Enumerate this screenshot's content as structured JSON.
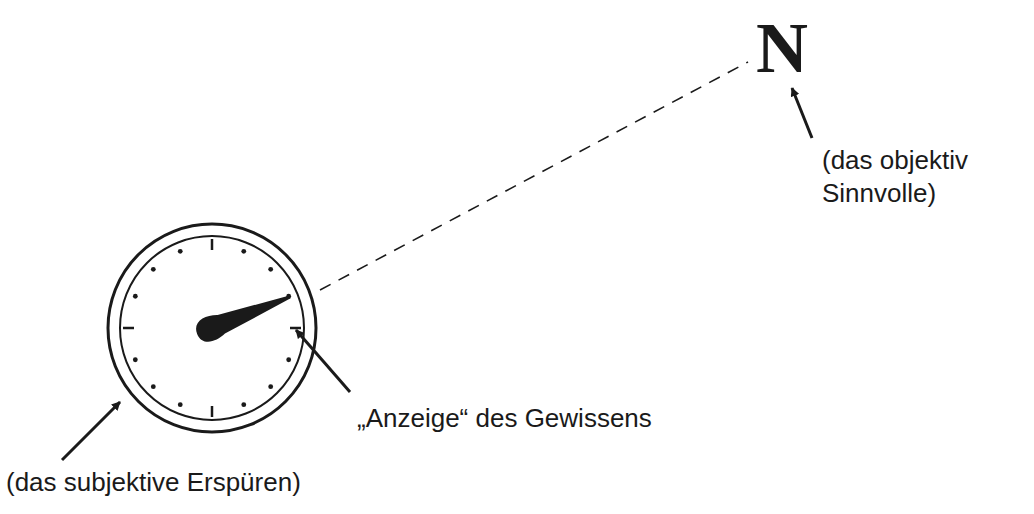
{
  "diagram": {
    "labels": [
      "N",
      "(das objektiv Sinnvolle)",
      "„Anzeige“ des Gewissens",
      "(das subjektive Erspüren)"
    ]
  }
}
